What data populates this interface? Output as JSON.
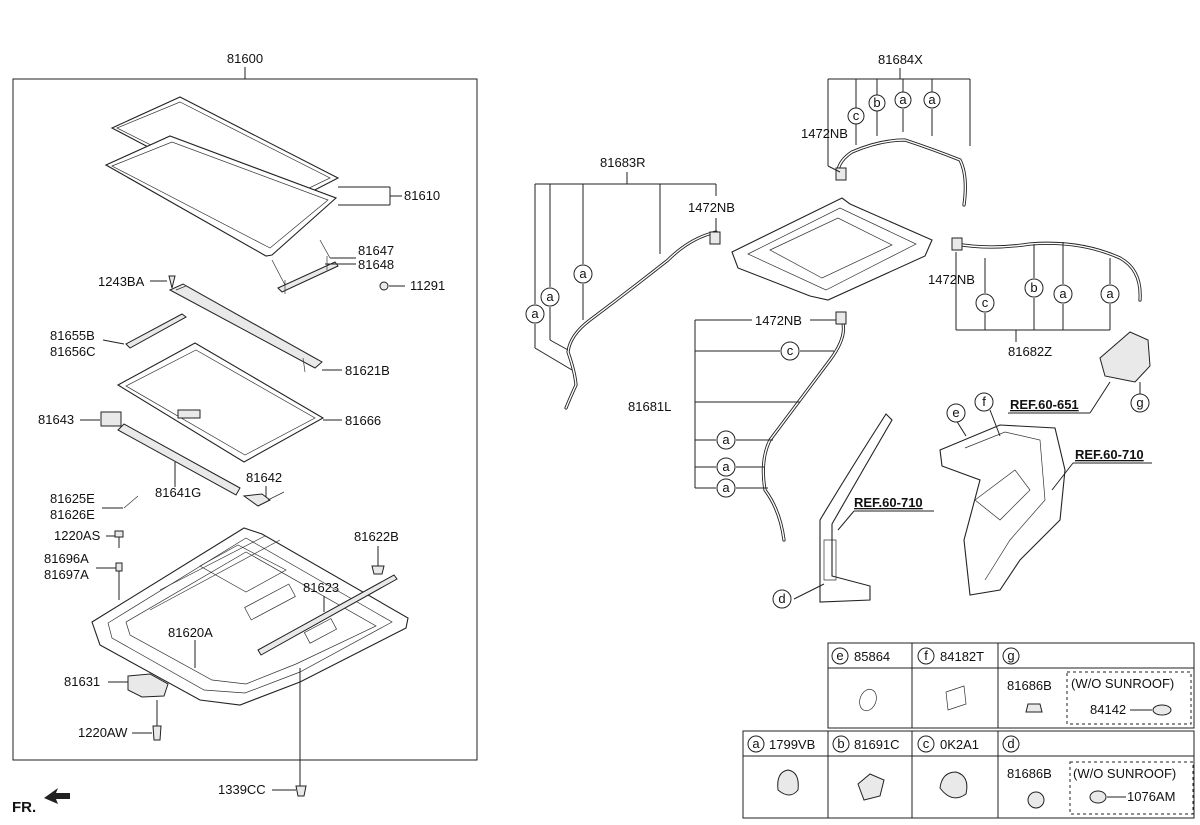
{
  "labels": {
    "p81600": "81600",
    "p81610": "81610",
    "p81647": "81647",
    "p81648": "81648",
    "p1243BA": "1243BA",
    "p11291": "11291",
    "p81655B": "81655B",
    "p81656C": "81656C",
    "p81621B": "81621B",
    "p81643": "81643",
    "p81666": "81666",
    "p81642": "81642",
    "p81641G": "81641G",
    "p81625E": "81625E",
    "p81626E": "81626E",
    "p1220AS": "1220AS",
    "p81696A": "81696A",
    "p81697A": "81697A",
    "p81622B": "81622B",
    "p81623": "81623",
    "p81620A": "81620A",
    "p81631": "81631",
    "p1220AW": "1220AW",
    "p1339CC": "1339CC",
    "p81684X": "81684X",
    "p1472NB_a": "1472NB",
    "p81683R": "81683R",
    "p1472NB_b": "1472NB",
    "p1472NB_c": "1472NB",
    "p81682Z": "81682Z",
    "p1472NB_d": "1472NB",
    "p81681L": "81681L",
    "ref651": "REF.60-651",
    "ref710a": "REF.60-710",
    "ref710b": "REF.60-710",
    "fr": "FR."
  },
  "callout_letters": {
    "a": "a",
    "b": "b",
    "c": "c",
    "d": "d",
    "e": "e",
    "f": "f",
    "g": "g"
  },
  "legend": {
    "e_part": "85864",
    "f_part": "84182T",
    "g_part": "81686B",
    "g_note": "(W/O SUNROOF)",
    "g_alt_part": "84142",
    "a_part": "1799VB",
    "b_part": "81691C",
    "c_part": "0K2A1",
    "d_part": "81686B",
    "d_note": "(W/O SUNROOF)",
    "d_alt_part": "1076AM"
  }
}
